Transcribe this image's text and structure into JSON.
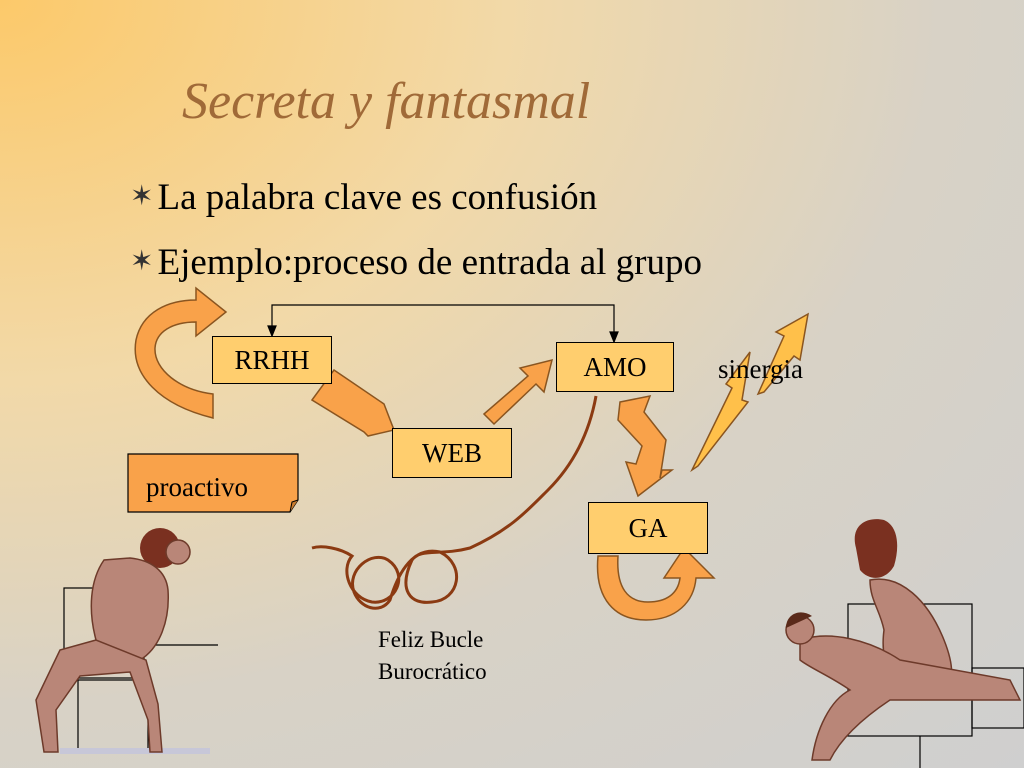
{
  "slide": {
    "title": "Secreta y fantasmal",
    "bullets": [
      "La palabra clave es confusión",
      "Ejemplo:proceso de entrada al grupo"
    ]
  },
  "diagram": {
    "nodes": {
      "rrhh": "RRHH",
      "web": "WEB",
      "amo": "AMO",
      "ga": "GA",
      "proactivo": "proactivo"
    },
    "sinergia_label": "sinergia",
    "caption_line1": "Feliz Bucle",
    "caption_line2": "Burocrático"
  },
  "colors": {
    "box_fill": "#ffce6e",
    "arrow_fill": "#f9a24a",
    "title_color": "#a06a38",
    "loop_line": "#8b3a12",
    "figure_skin": "#b98678"
  },
  "icons": [
    "star-bullet-icon",
    "curved-arrow-icon",
    "lightning-bolt-icon",
    "clipart-figure"
  ]
}
